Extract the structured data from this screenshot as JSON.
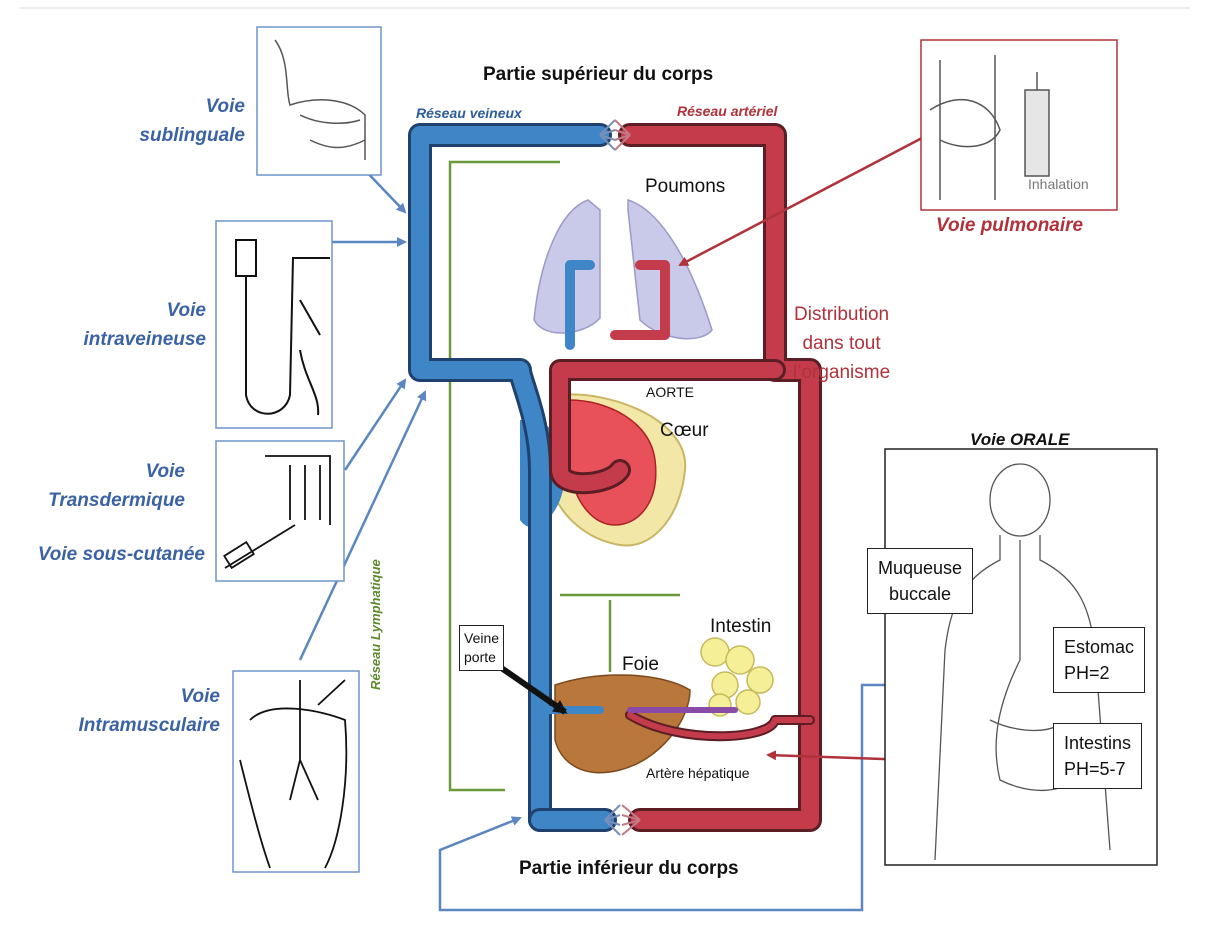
{
  "title_top": "Partie supérieur du corps",
  "title_bottom": "Partie inférieur du corps",
  "networks": {
    "venous": "Réseau veineux",
    "arterial": "Réseau artériel",
    "lymphatic": "Réseau Lymphatique"
  },
  "routes": {
    "sublingual": "Voie\nsublinguale",
    "intravenous": "Voie\nintraveineuse",
    "transdermal": "Voie\nTransdermique",
    "subcutaneous": "Voie sous-cutanée",
    "intramuscular": "Voie\nIntramusculaire",
    "pulmonary": "Voie pulmonaire",
    "oral": "Voie ORALE"
  },
  "organs": {
    "lungs": "Poumons",
    "aorta": "AORTE",
    "heart": "Cœur",
    "intestine": "Intestin",
    "liver": "Foie",
    "hepatic_artery": "Artère hépatique"
  },
  "distribution": "Distribution\ndans tout\nl’organisme",
  "portal_vein": "Veine\nporte",
  "inhalation": "Inhalation",
  "oral_boxes": {
    "mucosa": "Muqueuse\nbuccale",
    "stomach": "Estomac\nPH=2",
    "intestines": "Intestins\nPH=5-7"
  },
  "colors": {
    "venous": "#3f86c6",
    "arterial": "#c43c4c",
    "lymphatic": "#6c9a3a",
    "route_blue": "#3b63a4",
    "route_red": "#b0323a"
  }
}
